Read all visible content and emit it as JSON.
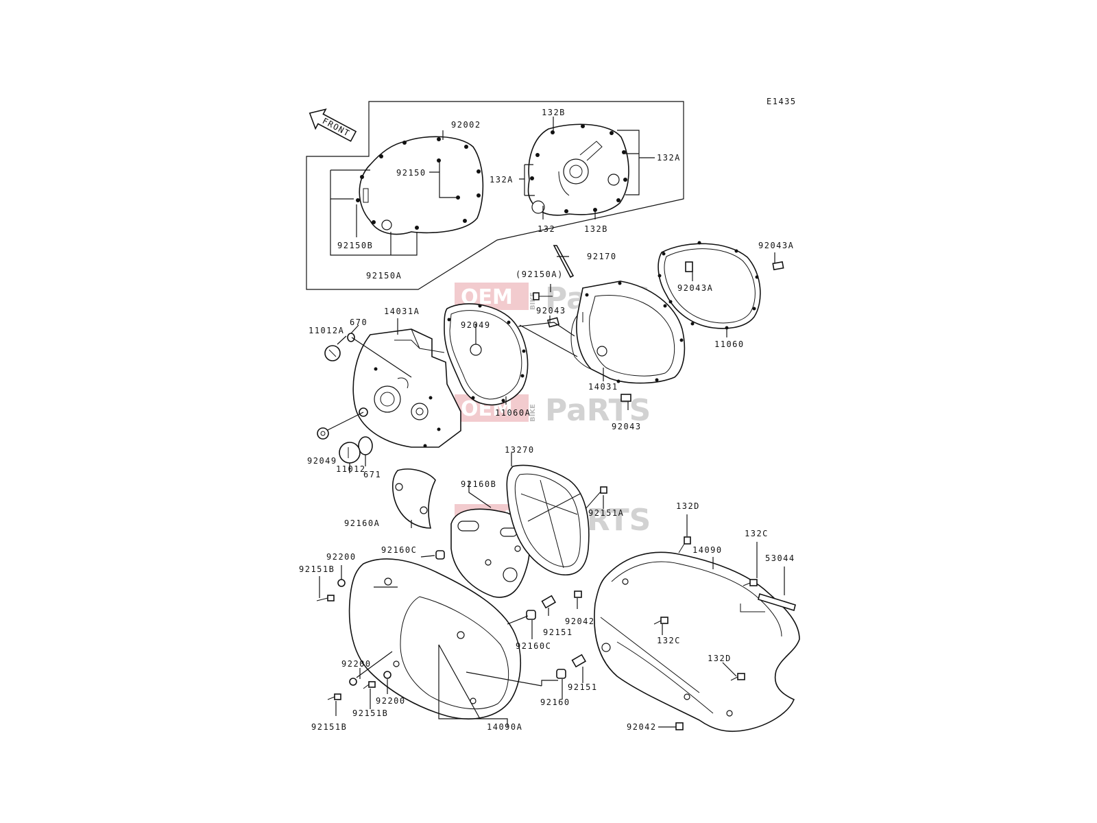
{
  "diagram": {
    "ref_code": "E1435",
    "front_label": "FRONT",
    "watermark": {
      "oem": "OEM",
      "bike": "BIKE",
      "parts": "PaRTS"
    },
    "callouts": [
      {
        "id": "92002"
      },
      {
        "id": "92150"
      },
      {
        "id": "92150B"
      },
      {
        "id": "92150A"
      },
      {
        "id": "132B"
      },
      {
        "id": "132A"
      },
      {
        "id": "132"
      },
      {
        "id": "92170"
      },
      {
        "id": "(92150A)"
      },
      {
        "id": "92043"
      },
      {
        "id": "92043A"
      },
      {
        "id": "11060"
      },
      {
        "id": "14031A"
      },
      {
        "id": "670"
      },
      {
        "id": "11012A"
      },
      {
        "id": "92049"
      },
      {
        "id": "11060A"
      },
      {
        "id": "14031"
      },
      {
        "id": "671"
      },
      {
        "id": "11012"
      },
      {
        "id": "13270"
      },
      {
        "id": "92160B"
      },
      {
        "id": "92151A"
      },
      {
        "id": "92160A"
      },
      {
        "id": "132D"
      },
      {
        "id": "132C"
      },
      {
        "id": "53044"
      },
      {
        "id": "14090"
      },
      {
        "id": "92160C"
      },
      {
        "id": "92200"
      },
      {
        "id": "92151B"
      },
      {
        "id": "92042"
      },
      {
        "id": "92151"
      },
      {
        "id": "92160"
      },
      {
        "id": "14090A"
      }
    ]
  }
}
